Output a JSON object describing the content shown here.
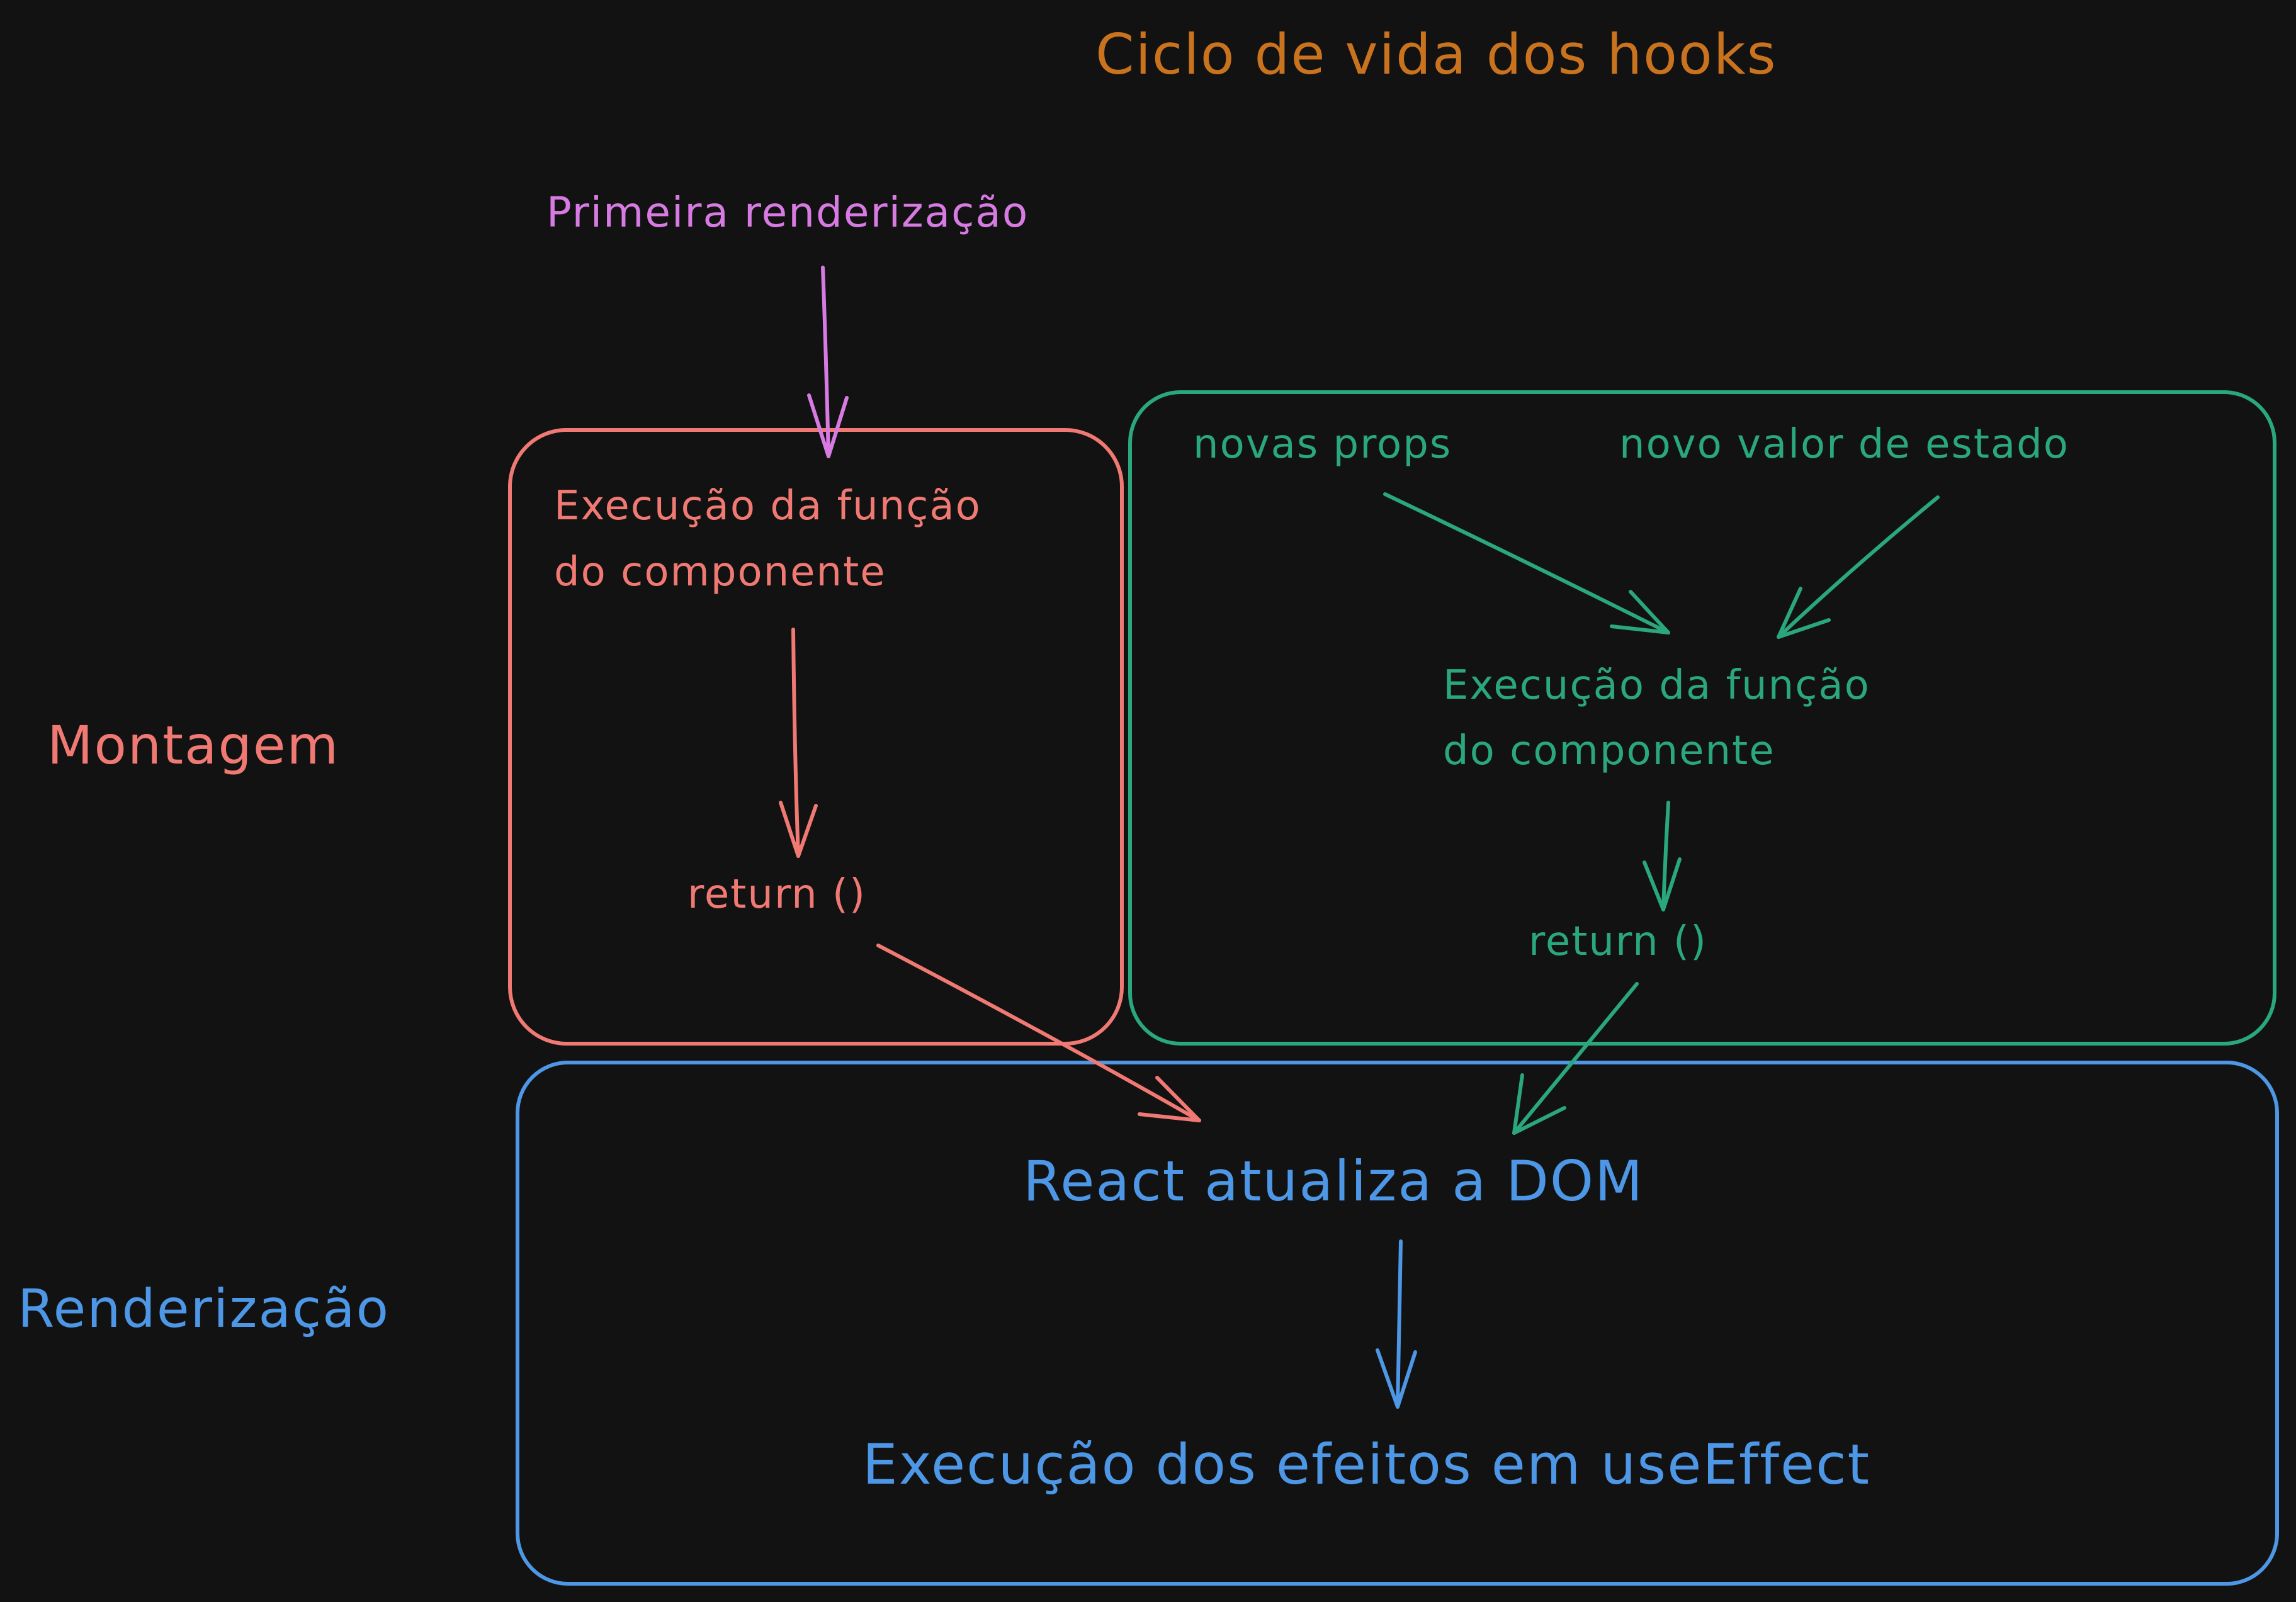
{
  "title": "Ciclo de vida dos hooks",
  "phases": {
    "mount": "Montagem",
    "render": "Renderização"
  },
  "first_render": "Primeira renderização",
  "mount_box": {
    "exec_line1": "Execução da função",
    "exec_line2": "do componente",
    "return": "return ()"
  },
  "update_box": {
    "new_props": "novas props",
    "new_state": "novo valor de estado",
    "exec_line1": "Execução da função",
    "exec_line2": "do componente",
    "return": "return ()"
  },
  "render_box": {
    "dom_update": "React atualiza a DOM",
    "effects": "Execução dos efeitos em useEffect"
  },
  "colors": {
    "background": "#121212",
    "title": "#c9731f",
    "first_render": "#d77be3",
    "mount": "#f07a73",
    "update": "#2aa77c",
    "render": "#4d97e6"
  }
}
